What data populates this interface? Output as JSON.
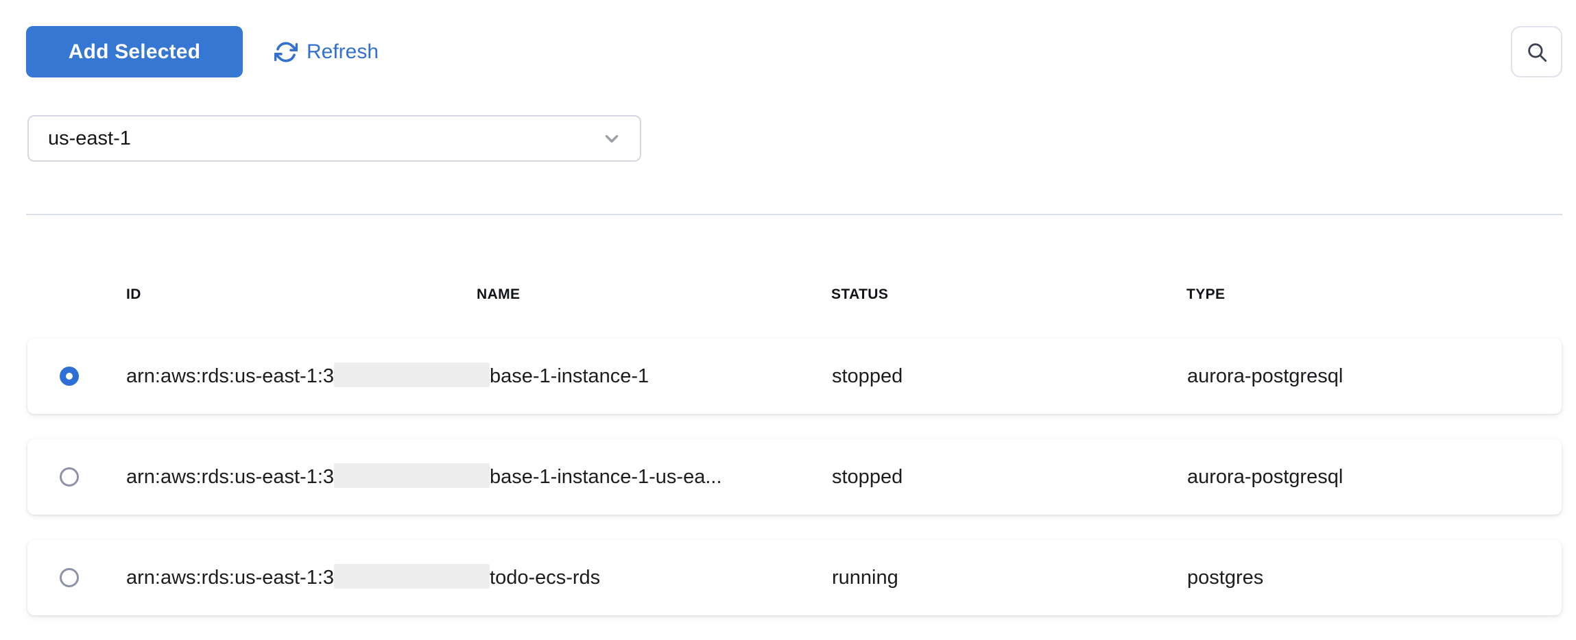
{
  "toolbar": {
    "add_selected_label": "Add Selected",
    "refresh_label": "Refresh",
    "search_icon": "magnifier-icon"
  },
  "region_select": {
    "value": "us-east-1",
    "chevron_icon": "chevron-down-icon"
  },
  "table": {
    "columns": [
      "ID",
      "NAME",
      "STATUS",
      "TYPE"
    ],
    "rows": [
      {
        "selected": true,
        "id_prefix": "arn:aws:rds:us-east-1:3",
        "id_redacted": true,
        "id_suffix": "base-1-instance-1",
        "status": "stopped",
        "type": "aurora-postgresql"
      },
      {
        "selected": false,
        "id_prefix": "arn:aws:rds:us-east-1:3",
        "id_redacted": true,
        "id_suffix": "base-1-instance-1-us-ea...",
        "status": "stopped",
        "type": "aurora-postgresql"
      },
      {
        "selected": false,
        "id_prefix": "arn:aws:rds:us-east-1:3",
        "id_redacted": true,
        "id_suffix": "todo-ecs-rds",
        "status": "running",
        "type": "postgres"
      }
    ]
  },
  "colors": {
    "primary_blue": "#3777d4",
    "link_blue": "#3270d2",
    "radio_selected_blue": "#2e6fd6",
    "radio_unselected_gray": "#8d93a6",
    "divider_gray": "#dbdfe7",
    "redaction_gray": "#ededed",
    "text_dark": "#1b1c1f"
  }
}
